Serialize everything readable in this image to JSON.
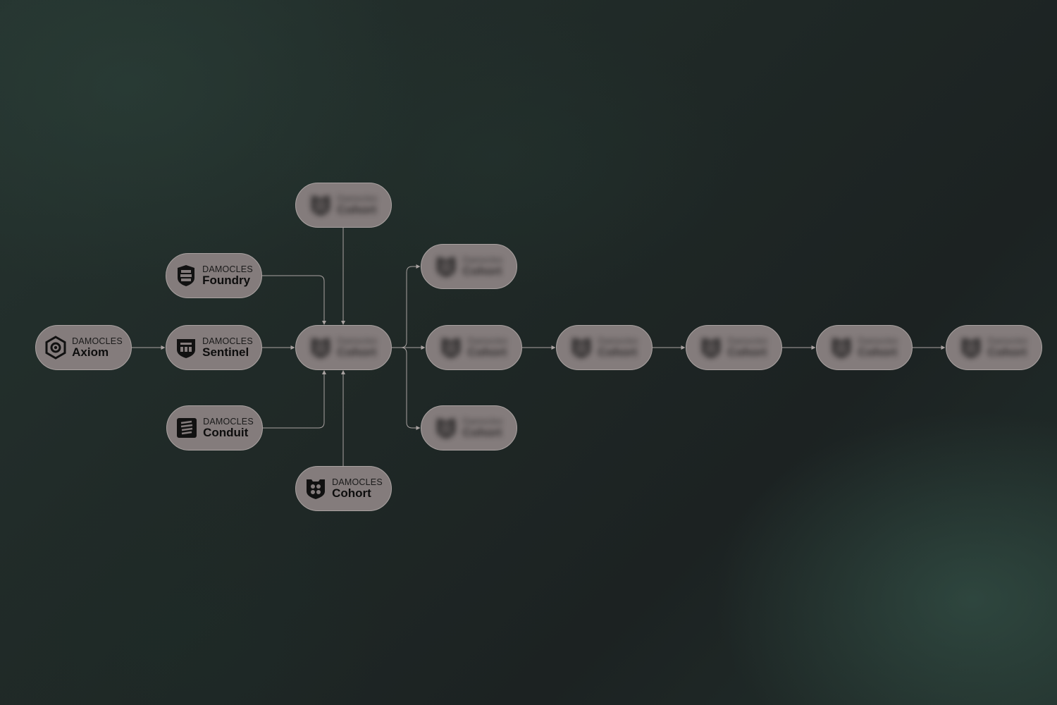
{
  "diagram": {
    "colors": {
      "node_fill": "#847c7c",
      "node_border": "#a9a2a1",
      "edge": "#a9a2a1",
      "text": "#111111"
    },
    "nodes": [
      {
        "id": "axiom",
        "brand": "DAMOCLES",
        "name": "Axiom",
        "icon": "hexagon-gear-icon",
        "blurred": false
      },
      {
        "id": "foundry",
        "brand": "DAMOCLES",
        "name": "Foundry",
        "icon": "foundry-shield-icon",
        "blurred": false
      },
      {
        "id": "sentinel",
        "brand": "DAMOCLES",
        "name": "Sentinel",
        "icon": "sentinel-shield-icon",
        "blurred": false
      },
      {
        "id": "conduit",
        "brand": "DAMOCLES",
        "name": "Conduit",
        "icon": "conduit-square-icon",
        "blurred": false
      },
      {
        "id": "cohort-bottom",
        "brand": "DAMOCLES",
        "name": "Cohort",
        "icon": "cohort-shield-icon",
        "blurred": false
      },
      {
        "id": "hub",
        "brand": "Damocles",
        "name": "Cohort",
        "icon": "cohort-shield-icon",
        "blurred": true
      },
      {
        "id": "top",
        "brand": "Damocles",
        "name": "Cohort",
        "icon": "cohort-shield-icon",
        "blurred": true
      },
      {
        "id": "out-upper",
        "brand": "Damocles",
        "name": "Cohort",
        "icon": "cohort-shield-icon",
        "blurred": true
      },
      {
        "id": "out-mid",
        "brand": "Damocles",
        "name": "Cohort",
        "icon": "cohort-shield-icon",
        "blurred": true
      },
      {
        "id": "out-lower",
        "brand": "Damocles",
        "name": "Cohort",
        "icon": "cohort-shield-icon",
        "blurred": true
      },
      {
        "id": "chain-1",
        "brand": "Damocles",
        "name": "Cohort",
        "icon": "cohort-shield-icon",
        "blurred": true
      },
      {
        "id": "chain-2",
        "brand": "Damocles",
        "name": "Cohort",
        "icon": "cohort-shield-icon",
        "blurred": true
      },
      {
        "id": "chain-3",
        "brand": "Damocles",
        "name": "Cohort",
        "icon": "cohort-shield-icon",
        "blurred": true
      },
      {
        "id": "chain-4",
        "brand": "Damocles",
        "name": "Cohort",
        "icon": "cohort-shield-icon",
        "blurred": true
      }
    ],
    "edges": [
      {
        "from": "axiom",
        "to": "sentinel"
      },
      {
        "from": "sentinel",
        "to": "hub"
      },
      {
        "from": "foundry",
        "to": "hub"
      },
      {
        "from": "conduit",
        "to": "hub"
      },
      {
        "from": "top",
        "to": "hub"
      },
      {
        "from": "cohort-bottom",
        "to": "hub"
      },
      {
        "from": "hub",
        "to": "out-upper"
      },
      {
        "from": "hub",
        "to": "out-mid"
      },
      {
        "from": "hub",
        "to": "out-lower"
      },
      {
        "from": "out-mid",
        "to": "chain-1"
      },
      {
        "from": "chain-1",
        "to": "chain-2"
      },
      {
        "from": "chain-2",
        "to": "chain-3"
      },
      {
        "from": "chain-3",
        "to": "chain-4"
      }
    ]
  }
}
